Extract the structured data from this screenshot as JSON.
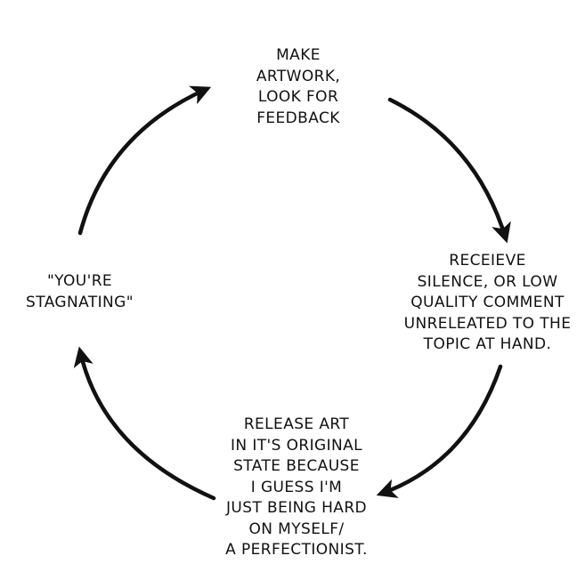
{
  "diagram": {
    "stroke_color": "#111111",
    "background": "#ffffff",
    "nodes": {
      "top": {
        "lines": [
          "MAKE",
          "ARTWORK,",
          "LOOK FOR",
          "FEEDBACK"
        ]
      },
      "right": {
        "lines": [
          "RECEIEVE",
          "SILENCE, OR LOW",
          "QUALITY COMMENT",
          "UNRELEATED TO THE",
          "TOPIC AT HAND."
        ]
      },
      "bottom": {
        "lines": [
          "RELEASE ART",
          "IN IT'S ORIGINAL",
          "STATE BECAUSE",
          "I GUESS I'M",
          "JUST BEING HARD",
          "ON MYSELF/",
          "A PERFECTIONIST."
        ]
      },
      "left": {
        "lines": [
          "\"YOU'RE",
          "STAGNATING\""
        ]
      }
    }
  }
}
